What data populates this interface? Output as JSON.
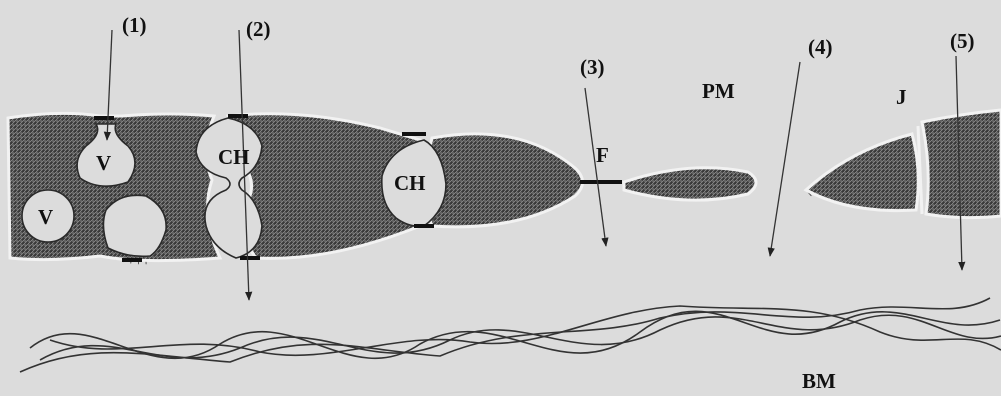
{
  "labels": {
    "path1": "(1)",
    "path2": "(2)",
    "path3": "(3)",
    "path4": "(4)",
    "path5": "(5)",
    "pm": "PM",
    "bm": "BM",
    "junction": "J",
    "fenestra": "F",
    "vacuole": "V",
    "channel": "CH"
  }
}
